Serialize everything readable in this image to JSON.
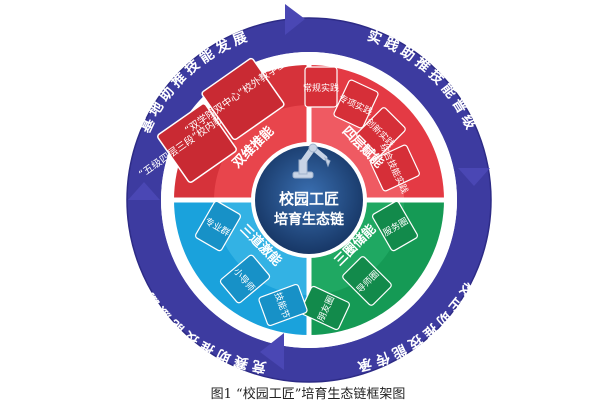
{
  "center": {
    "line1": "校园工匠",
    "line2": "培育生态链"
  },
  "outer_ring": {
    "color": "#3d3ba0",
    "labels": {
      "top_left": "基地助推技能发展",
      "top_right": "实践助推技能晋级",
      "bottom_right": "校企助推技能传承",
      "bottom_left": "竞赛助推技能激励"
    }
  },
  "quadrants": {
    "top_left": {
      "name": "双维推能",
      "color": "#d6323a",
      "items": [
        "“五级四层三段”校内教学基地",
        "“双学院双中心”校外教学基地"
      ]
    },
    "top_right": {
      "name": "四层赋能",
      "color": "#e43a44",
      "items": [
        "常规实践",
        "专项实践",
        "创新实践",
        "综合技能实践"
      ]
    },
    "bottom_right": {
      "name": "三圈储能",
      "color": "#159a55",
      "items": [
        "服务圈",
        "导师圈",
        "朋友圈"
      ]
    },
    "bottom_left": {
      "name": "三道激能",
      "color": "#1aa2dc",
      "items": [
        "专业群",
        "小导师",
        "技能节"
      ]
    }
  },
  "caption": "图1 “校园工匠”培育生态链框架图"
}
